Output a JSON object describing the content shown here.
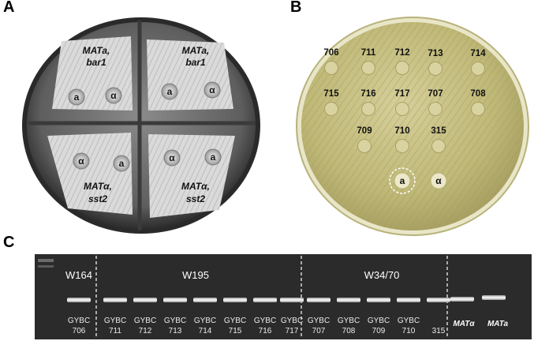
{
  "panels": {
    "a": "A",
    "b": "B",
    "c": "C"
  },
  "panel_a": {
    "quadrants": [
      {
        "line1": "MATa,",
        "line2": "bar1",
        "spot_left": "a",
        "spot_right": "α"
      },
      {
        "line1": "MATa,",
        "line2": "bar1",
        "spot_left": "a",
        "spot_right": "α"
      },
      {
        "line1": "MATα,",
        "line2": "sst2",
        "spot_left": "α",
        "spot_right": "a"
      },
      {
        "line1": "MATα,",
        "line2": "sst2",
        "spot_left": "α",
        "spot_right": "a"
      }
    ]
  },
  "panel_b": {
    "spots": [
      "706",
      "711",
      "712",
      "713",
      "714",
      "715",
      "716",
      "717",
      "707",
      "708",
      "709",
      "710",
      "315"
    ],
    "control_a": "a",
    "control_alpha": "α"
  },
  "panel_c": {
    "groups": [
      "W164",
      "W195",
      "W34/70"
    ],
    "lanes": [
      {
        "top": "GYBC",
        "bottom": "706"
      },
      {
        "top": "GYBC",
        "bottom": "711"
      },
      {
        "top": "GYBC",
        "bottom": "712"
      },
      {
        "top": "GYBC",
        "bottom": "713"
      },
      {
        "top": "GYBC",
        "bottom": "714"
      },
      {
        "top": "GYBC",
        "bottom": "715"
      },
      {
        "top": "GYBC",
        "bottom": "716"
      },
      {
        "top": "GYBC",
        "bottom": "717"
      },
      {
        "top": "GYBC",
        "bottom": "707"
      },
      {
        "top": "GYBC",
        "bottom": "708"
      },
      {
        "top": "GYBC",
        "bottom": "709"
      },
      {
        "top": "GYBC",
        "bottom": "710"
      },
      {
        "top": "",
        "bottom": "315"
      }
    ],
    "controls": [
      "MATα",
      "MATa"
    ]
  }
}
